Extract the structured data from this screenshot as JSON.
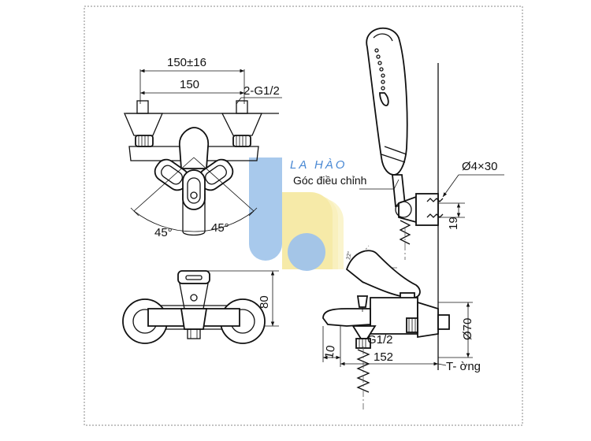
{
  "dimensions": {
    "overall_spacing": "150±16",
    "center_spacing": "150",
    "connection_thread": "2-G1/2",
    "angle_left": "45°",
    "angle_right": "45°",
    "height_body": "80",
    "screw_size": "Ø4×30",
    "bracket_height": "19",
    "escutcheon_dia": "Ø70",
    "outlet_thread": "G1/2",
    "spout_reach": "152",
    "spout_offset": "10",
    "tilt_angle": "22°"
  },
  "labels": {
    "adjust_angle": "Góc điều chỉnh",
    "pipe_tee": "T- ờng",
    "watermark_brand": "LA HÀO"
  },
  "colors": {
    "line": "#111111",
    "watermark_blue": "#9fc3ea",
    "watermark_yellow": "#f6ecad",
    "frame_dotted": "#888888"
  }
}
